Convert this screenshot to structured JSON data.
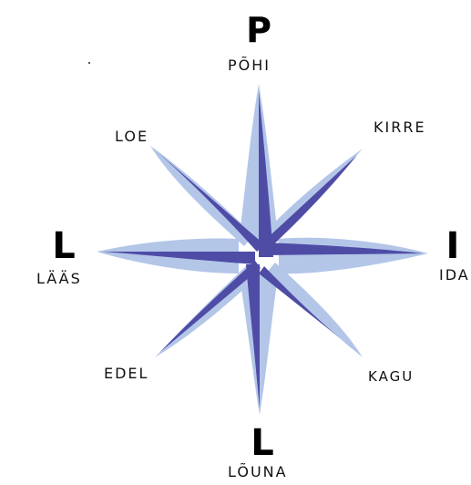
{
  "colors": {
    "light": "#b3c6e8",
    "dark": "#4f4ca6",
    "text": "#111111"
  },
  "cardinals": {
    "north_letter": "P",
    "north_word": "PÕHI",
    "south_letter": "L",
    "south_word": "LÕUNA",
    "west_letter": "L",
    "west_word": "LÄÄS",
    "east_letter": "I",
    "east_word": "IDA"
  },
  "intercardinals": {
    "northeast": "KIRRE",
    "northwest": "LOE",
    "southwest": "EDEL",
    "southeast": "KAGU"
  }
}
